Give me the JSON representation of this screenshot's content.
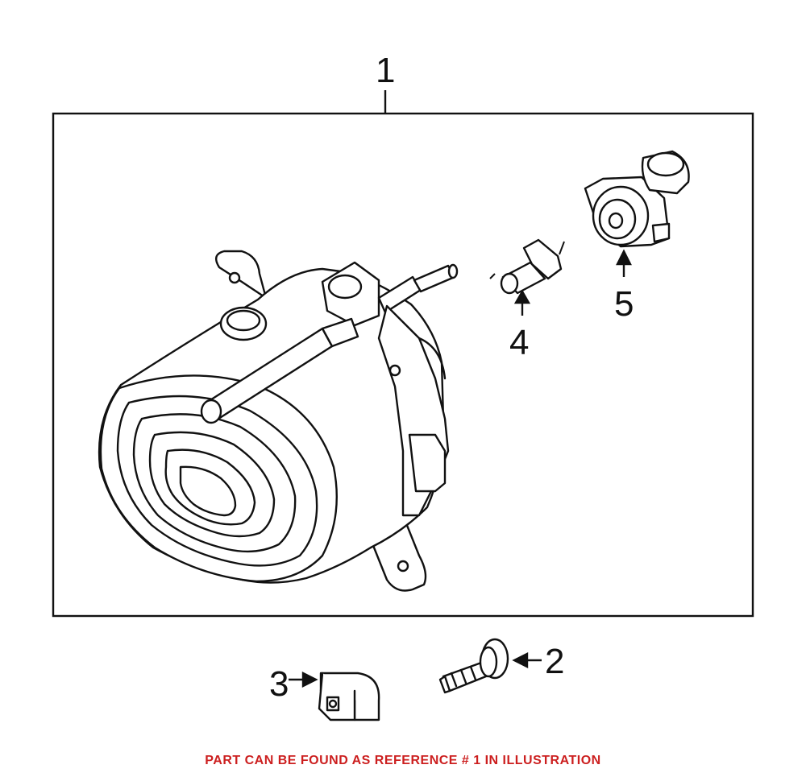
{
  "callouts": {
    "ref1": "1",
    "ref2": "2",
    "ref3": "3",
    "ref4": "4",
    "ref5": "5"
  },
  "footer": {
    "note": "PART CAN BE FOUND AS REFERENCE # 1 IN ILLUSTRATION",
    "color": "#cc1f1f"
  }
}
